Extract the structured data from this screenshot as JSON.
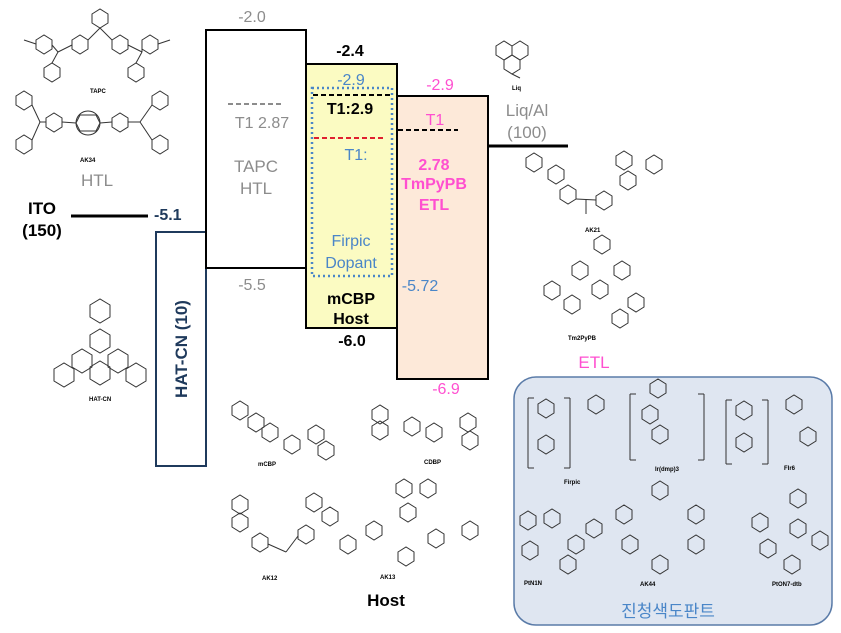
{
  "colors": {
    "gray": "#8c8c8c",
    "black": "#000000",
    "navy": "#1f3a5c",
    "blue": "#4a86c8",
    "pink": "#ff4fd0",
    "red": "#e0202f",
    "host_fill": "#fbfbc2",
    "etl_fill": "#fde9d9",
    "panel_fill": "#dfe6f1",
    "panel_border": "#5a7ba8",
    "panel_title": "#4a86c8"
  },
  "ito": {
    "label_line1": "ITO",
    "label_line2": "(150)",
    "level": "-5.1"
  },
  "hatcn": {
    "label": "HAT-CN (10)"
  },
  "tapc": {
    "lumo": "-2.0",
    "homo": "-5.5",
    "t1": "T1 2.87",
    "name": "TAPC",
    "role": "HTL"
  },
  "host": {
    "lumo": "-2.4",
    "homo": "-6.0",
    "t1": "T1:2.9",
    "name": "mCBP",
    "role": "Host"
  },
  "dopant": {
    "lumo": "-2.9",
    "t1": "T1:",
    "name": "Firpic",
    "role": "Dopant",
    "homo": "-5.72"
  },
  "etl": {
    "lumo": "-2.9",
    "homo": "-6.9",
    "t1": "T1",
    "t1_value": "2.78",
    "name": "TmPyPB",
    "role": "ETL"
  },
  "cathode": {
    "label_line1": "Liq/Al",
    "label_line2": "(100)"
  },
  "molecules": {
    "tapc": "TAPC",
    "ak34": "AK34",
    "htl_caption": "HTL",
    "hatcn": "HAT-CN",
    "liq": "Liq",
    "ak21": "AK21",
    "tm2pypb": "Tm2PyPB",
    "etl_caption": "ETL",
    "mcbp": "mCBP",
    "cdbp": "CDBP",
    "ak12": "AK12",
    "ak13": "AK13",
    "host_caption": "Host",
    "firpic": "Firpic",
    "irdmp": "Ir(dmp)3",
    "fir6": "FIr6",
    "ptn1n": "PtN1N",
    "ak44": "AK44",
    "ptón7": "PtON7-dtb",
    "panel_title": "진청색도판트"
  }
}
